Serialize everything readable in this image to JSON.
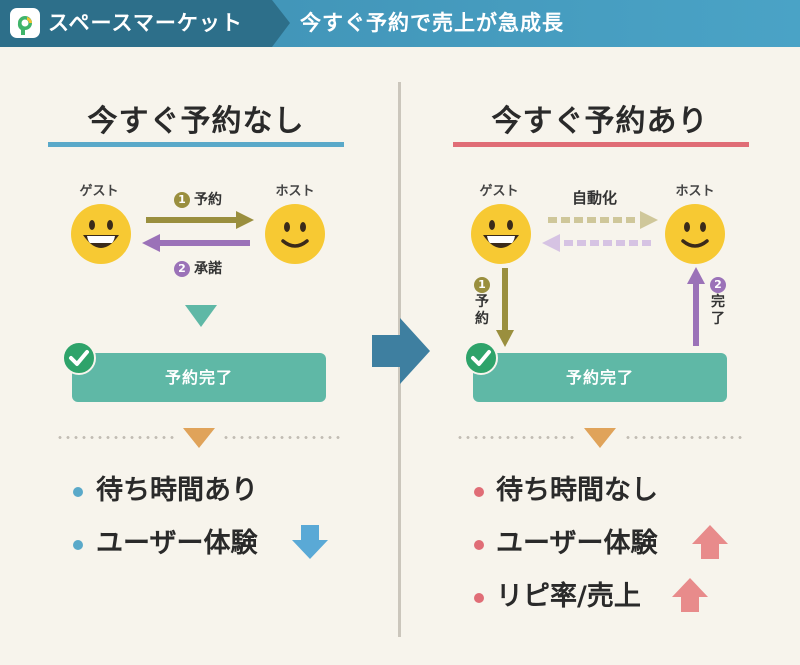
{
  "header": {
    "brand": "スペースマーケット",
    "title": "今すぐ予約で売上が急成長",
    "brand_colors": {
      "dark": "#2d6f8a",
      "light": "#4aa3c6",
      "logo_green": "#3fb46a"
    }
  },
  "left": {
    "title": "今すぐ予約なし",
    "accent": "#5aa9c9",
    "guest_label": "ゲスト",
    "host_label": "ホスト",
    "step1_num": "1",
    "step1_label": "予約",
    "step2_num": "2",
    "step2_label": "承諾",
    "done_label": "予約完了",
    "points": [
      {
        "text": "待ち時間あり",
        "icon": "none"
      },
      {
        "text": "ユーザー体験",
        "icon": "arrow-down-icon"
      }
    ]
  },
  "right": {
    "title": "今すぐ予約あり",
    "accent": "#e06d76",
    "guest_label": "ゲスト",
    "host_label": "ホスト",
    "auto_label": "自動化",
    "step1_num": "1",
    "step1_label": "予約",
    "step2_num": "2",
    "step2_label": "完了",
    "done_label": "予約完了",
    "points": [
      {
        "text": "待ち時間なし",
        "icon": "none"
      },
      {
        "text": "ユーザー体験",
        "icon": "arrow-up-icon"
      },
      {
        "text": "リピ率/売上",
        "icon": "arrow-up-icon"
      }
    ]
  },
  "colors": {
    "olive": "#9a8f3e",
    "purple": "#9b72b8",
    "teal": "#5fb8a6",
    "orange": "#e0a35a",
    "blue_arrow": "#5aa9d6",
    "pink_arrow": "#e88b8b",
    "check_green": "#2ea36a",
    "face_yellow": "#f7c933"
  }
}
